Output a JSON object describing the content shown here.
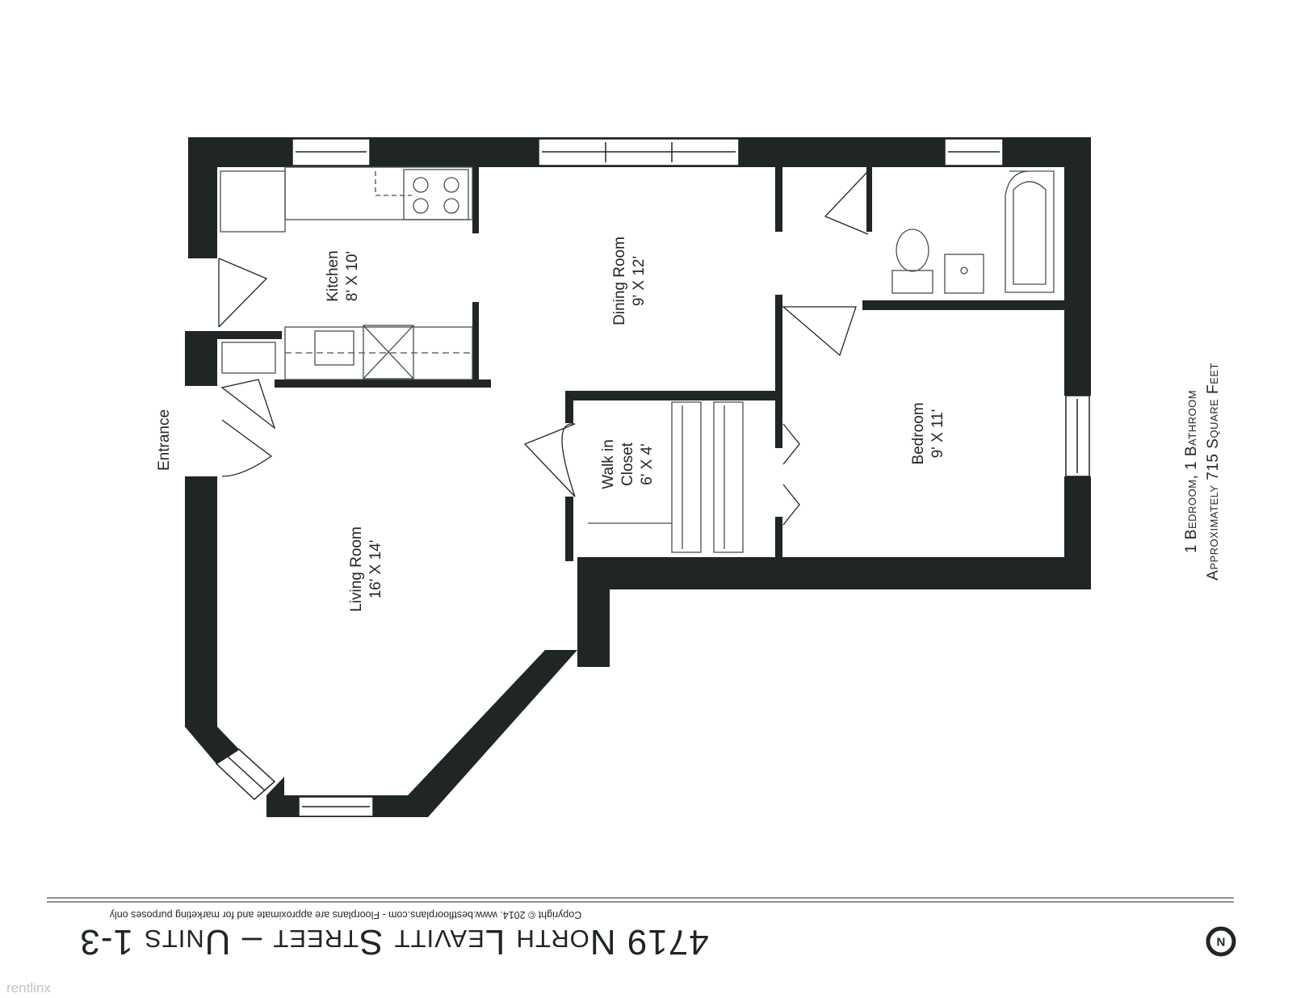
{
  "rooms": {
    "kitchen": {
      "name": "Kitchen",
      "size": "8' X 10'"
    },
    "dining": {
      "name": "Dining Room",
      "size": "9' X 12'"
    },
    "living": {
      "name": "Living Room",
      "size": "16' X 14'"
    },
    "closet": {
      "line1": "Walk in",
      "line2": "Closet",
      "size": "6' X 4'"
    },
    "bedroom": {
      "name": "Bedroom",
      "size": "9' X 11'"
    }
  },
  "entrance": "Entrance",
  "summary": {
    "line1": "1 Bedroom, 1 Bathroom",
    "line2": "Approximately 715 Square Feet"
  },
  "title": "4719 North Leavitt Street – Units 1-3",
  "copyright": "Copyright © 2014. www.bestfloorplans.com - Floorplans are approximate and for marketing purposes only",
  "north_marker": "N",
  "watermark": "rentlinx",
  "colors": {
    "wall": "#1f2624",
    "fixture": "#4a4f4e",
    "background": "#ffffff"
  }
}
